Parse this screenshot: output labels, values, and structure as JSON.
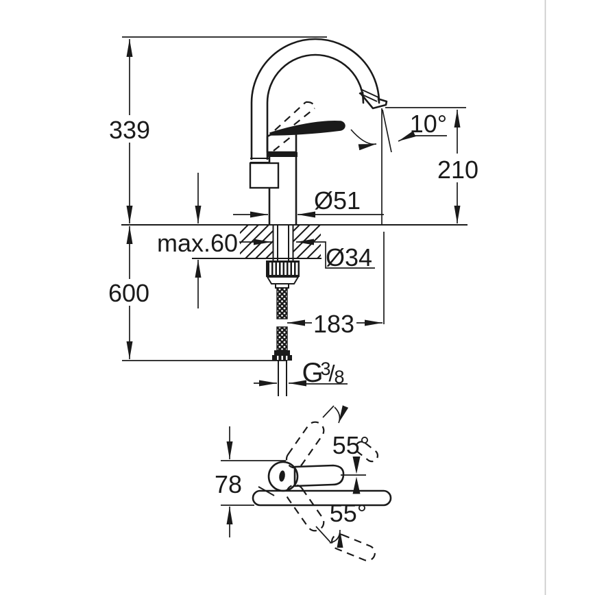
{
  "drawing": {
    "description": "Technical dimension drawing of a single-lever kitchen faucet with high C-spout, side view and plan view",
    "colors": {
      "ink": "#1a1a1a",
      "frame_line": "#c8c8c8",
      "background": "#ffffff"
    },
    "dims": {
      "height": "339",
      "angle": "10°",
      "outlet_height": "210",
      "body_diameter": "Ø51",
      "deck_thickness": "max.60",
      "hole_diameter": "Ø34",
      "hose_drop": "600",
      "reach": "183",
      "thread_g": "G",
      "thread_num": "3",
      "thread_slash": "/",
      "thread_den": "8",
      "handle_depth": "78",
      "swing_top": "55°",
      "swing_bottom": "55°"
    }
  }
}
